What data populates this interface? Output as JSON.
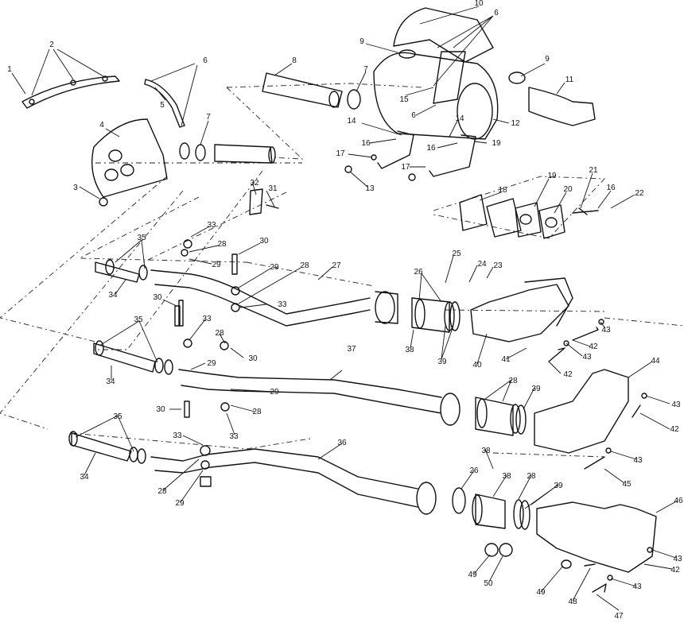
{
  "callouts": [
    {
      "id": "c1",
      "text": "1"
    },
    {
      "id": "c2",
      "text": "2"
    },
    {
      "id": "c3",
      "text": "3"
    },
    {
      "id": "c4",
      "text": "4"
    },
    {
      "id": "c5",
      "text": "5"
    },
    {
      "id": "c6a",
      "text": "6"
    },
    {
      "id": "c7a",
      "text": "7"
    },
    {
      "id": "c8",
      "text": "8"
    },
    {
      "id": "c9a",
      "text": "9"
    },
    {
      "id": "c10",
      "text": "10"
    },
    {
      "id": "c6b",
      "text": "6"
    },
    {
      "id": "c9b",
      "text": "9"
    },
    {
      "id": "c11",
      "text": "11"
    },
    {
      "id": "c7b",
      "text": "7"
    },
    {
      "id": "c15",
      "text": "15"
    },
    {
      "id": "c6c",
      "text": "6"
    },
    {
      "id": "c12",
      "text": "12"
    },
    {
      "id": "c14a",
      "text": "14"
    },
    {
      "id": "c14b",
      "text": "14"
    },
    {
      "id": "c16a",
      "text": "16"
    },
    {
      "id": "c16b",
      "text": "16"
    },
    {
      "id": "c19a",
      "text": "19"
    },
    {
      "id": "c17a",
      "text": "17"
    },
    {
      "id": "c17b",
      "text": "17"
    },
    {
      "id": "c13",
      "text": "13"
    },
    {
      "id": "c21",
      "text": "21"
    },
    {
      "id": "c19b",
      "text": "19"
    },
    {
      "id": "c16c",
      "text": "16"
    },
    {
      "id": "c18",
      "text": "18"
    },
    {
      "id": "c20",
      "text": "20"
    },
    {
      "id": "c22",
      "text": "22"
    },
    {
      "id": "c32",
      "text": "32"
    },
    {
      "id": "c31",
      "text": "31"
    },
    {
      "id": "c33a",
      "text": "33"
    },
    {
      "id": "c28a",
      "text": "28"
    },
    {
      "id": "c30a",
      "text": "30"
    },
    {
      "id": "c35a",
      "text": "35"
    },
    {
      "id": "c29a",
      "text": "29"
    },
    {
      "id": "c29b",
      "text": "29"
    },
    {
      "id": "c28b",
      "text": "28"
    },
    {
      "id": "c27",
      "text": "27"
    },
    {
      "id": "c25",
      "text": "25"
    },
    {
      "id": "c24",
      "text": "24"
    },
    {
      "id": "c23",
      "text": "23"
    },
    {
      "id": "c26a",
      "text": "26"
    },
    {
      "id": "c34a",
      "text": "34"
    },
    {
      "id": "c30b",
      "text": "30"
    },
    {
      "id": "c33b",
      "text": "33"
    },
    {
      "id": "c35b",
      "text": "35"
    },
    {
      "id": "c33c",
      "text": "33"
    },
    {
      "id": "c28c",
      "text": "28"
    },
    {
      "id": "c30c",
      "text": "30"
    },
    {
      "id": "c29c",
      "text": "29"
    },
    {
      "id": "c38a",
      "text": "38"
    },
    {
      "id": "c39a",
      "text": "39"
    },
    {
      "id": "c40",
      "text": "40"
    },
    {
      "id": "c41",
      "text": "41"
    },
    {
      "id": "c43a",
      "text": "43"
    },
    {
      "id": "c42a",
      "text": "42"
    },
    {
      "id": "c43b",
      "text": "43"
    },
    {
      "id": "c42b",
      "text": "42"
    },
    {
      "id": "c34b",
      "text": "34"
    },
    {
      "id": "c37",
      "text": "37"
    },
    {
      "id": "c28d",
      "text": "28"
    },
    {
      "id": "c39b",
      "text": "39"
    },
    {
      "id": "c44",
      "text": "44"
    },
    {
      "id": "c29d",
      "text": "29"
    },
    {
      "id": "c30d",
      "text": "30"
    },
    {
      "id": "c28e",
      "text": "28"
    },
    {
      "id": "c33d",
      "text": "33"
    },
    {
      "id": "c43c",
      "text": "43"
    },
    {
      "id": "c42c",
      "text": "42"
    },
    {
      "id": "c35c",
      "text": "35"
    },
    {
      "id": "c33e",
      "text": "33"
    },
    {
      "id": "c38b",
      "text": "38"
    },
    {
      "id": "c36",
      "text": "36"
    },
    {
      "id": "c43d",
      "text": "43"
    },
    {
      "id": "c45",
      "text": "45"
    },
    {
      "id": "c34c",
      "text": "34"
    },
    {
      "id": "c28f",
      "text": "28"
    },
    {
      "id": "c29e",
      "text": "29"
    },
    {
      "id": "c26b",
      "text": "26"
    },
    {
      "id": "c38c",
      "text": "38"
    },
    {
      "id": "c28g",
      "text": "28"
    },
    {
      "id": "c39c",
      "text": "39"
    },
    {
      "id": "c46",
      "text": "46"
    },
    {
      "id": "c43e",
      "text": "43"
    },
    {
      "id": "c42d",
      "text": "42"
    },
    {
      "id": "c49a",
      "text": "49"
    },
    {
      "id": "c50",
      "text": "50"
    },
    {
      "id": "c49b",
      "text": "49"
    },
    {
      "id": "c48",
      "text": "48"
    },
    {
      "id": "c43f",
      "text": "43"
    },
    {
      "id": "c47",
      "text": "47"
    }
  ]
}
